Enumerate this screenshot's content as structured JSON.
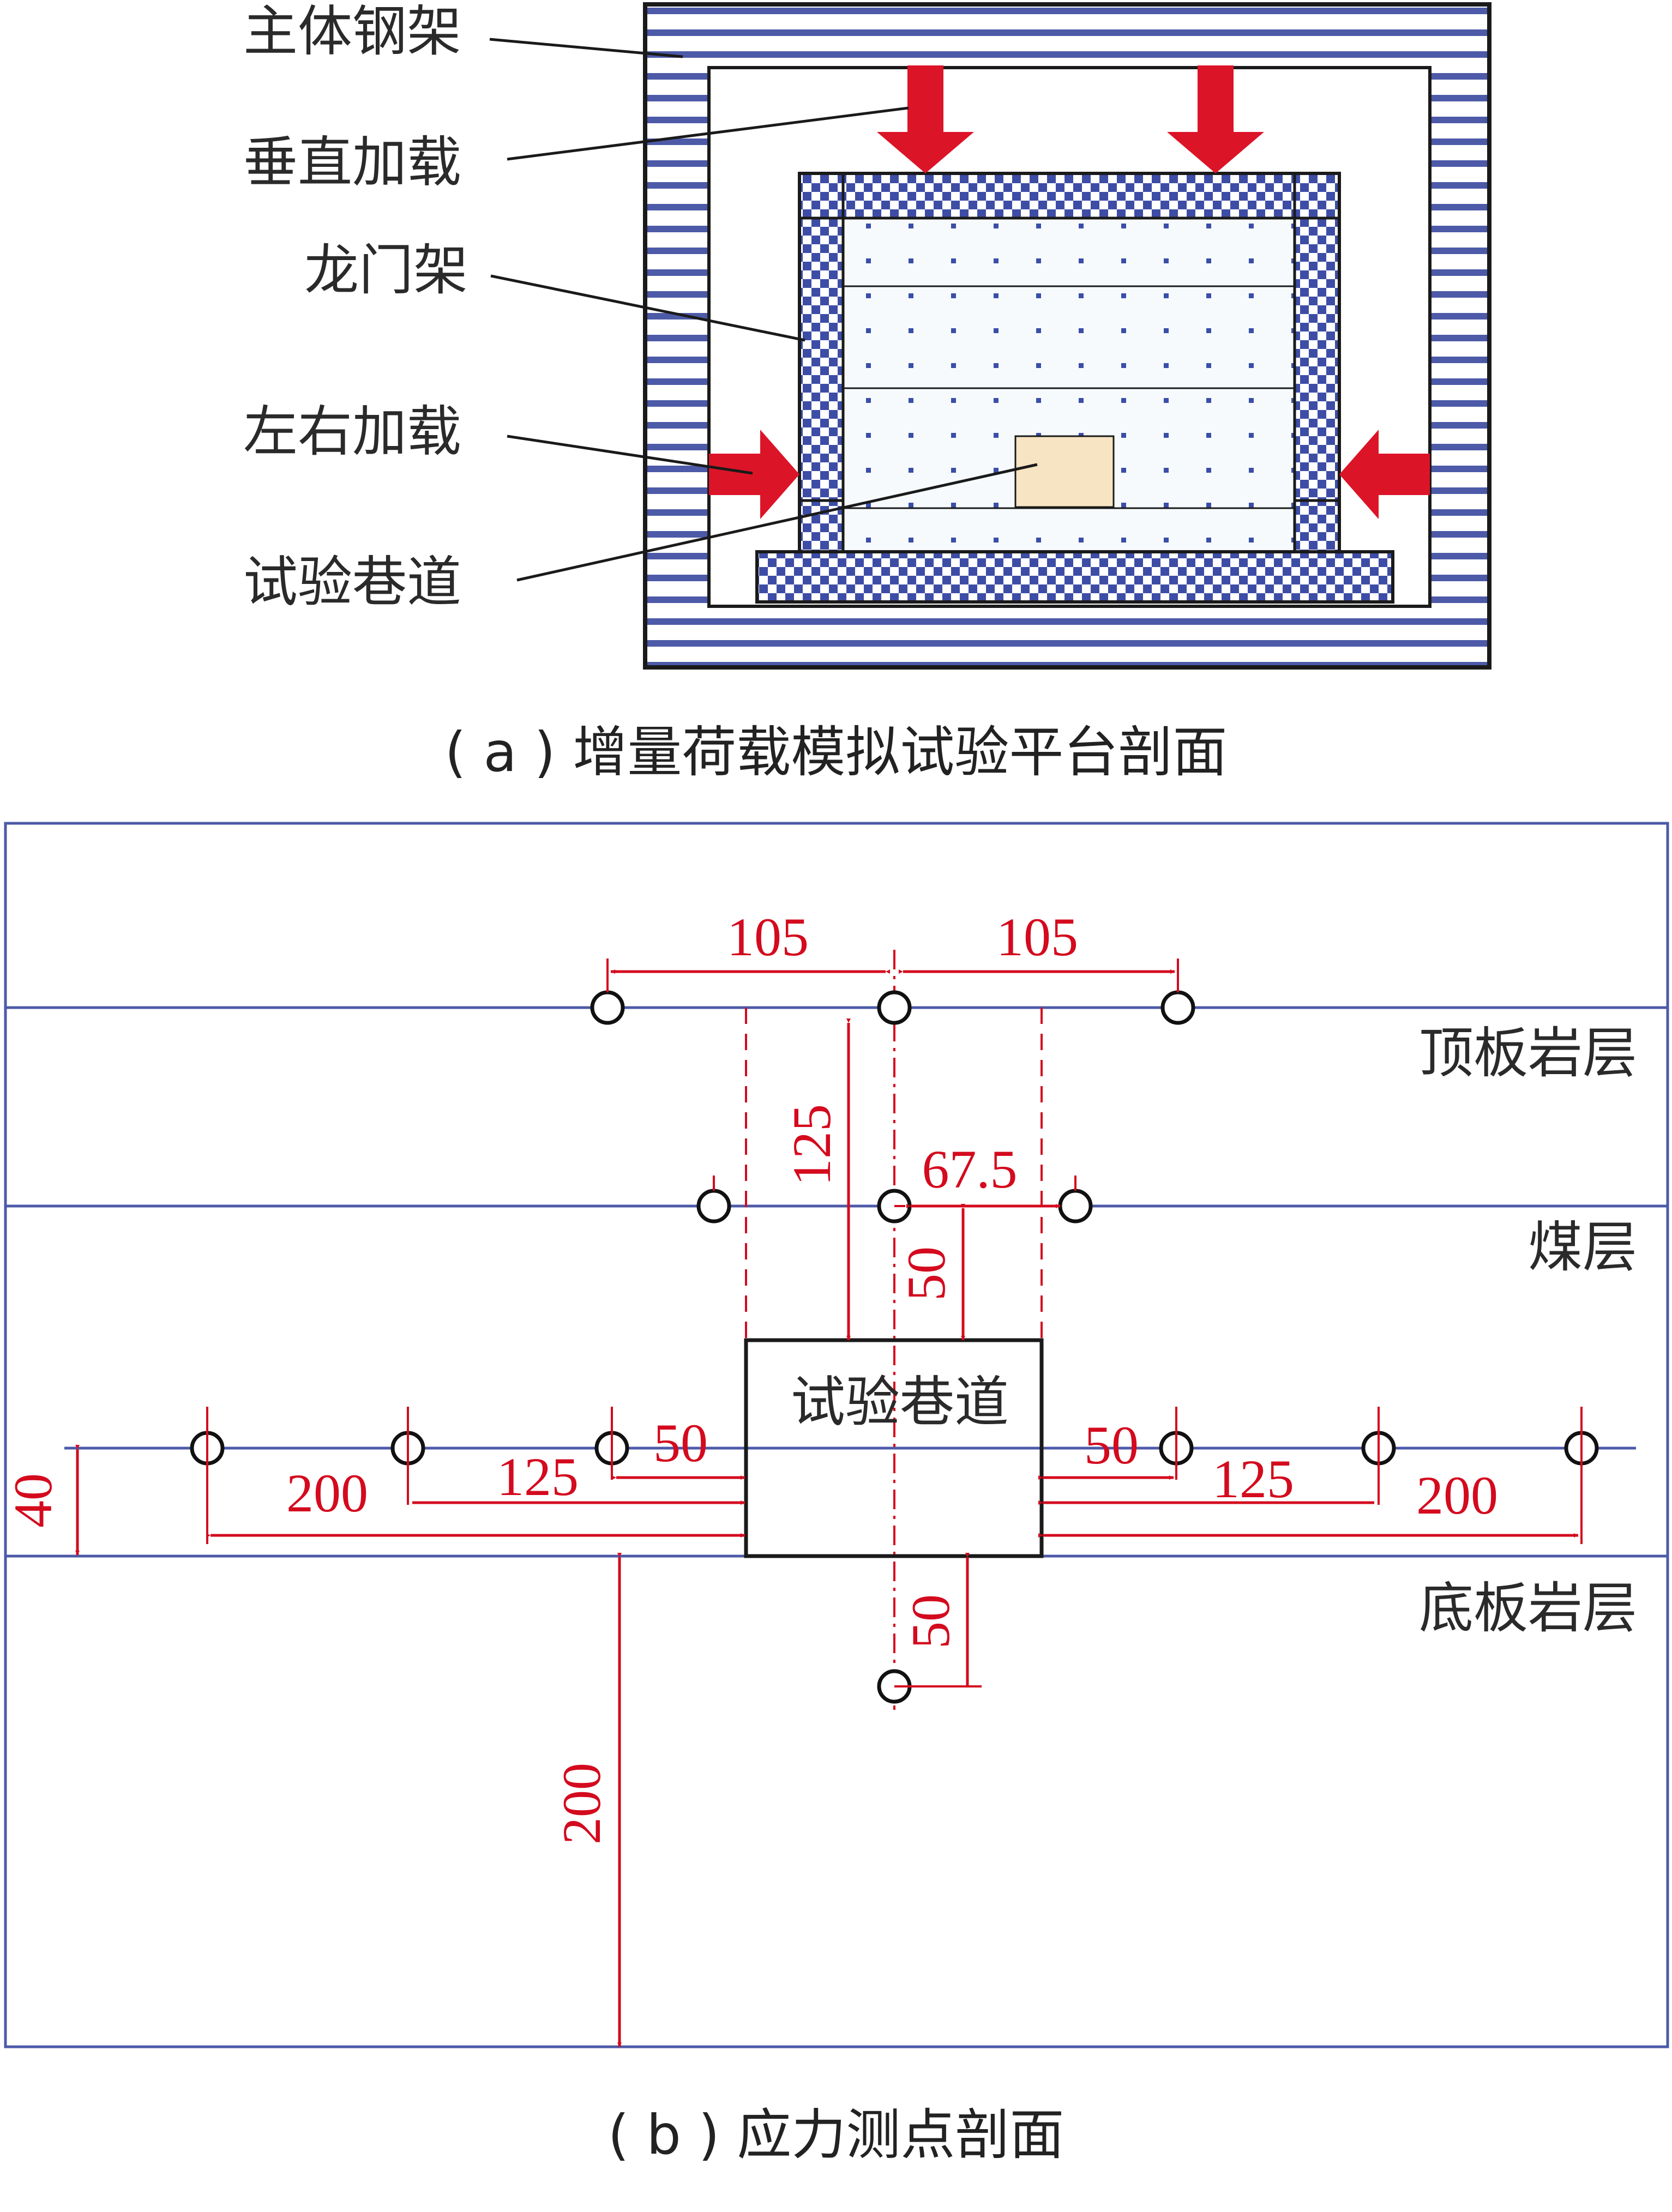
{
  "panel_a": {
    "labels": {
      "main_steel_frame": "主体钢架",
      "vertical_loading": "垂直加载",
      "gantry_frame": "龙门架",
      "lateral_loading": "左右加载",
      "test_roadway": "试验巷道"
    },
    "caption": "( a ) 增量荷载模拟试验平台剖面"
  },
  "panel_b": {
    "roadway_label": "试验巷道",
    "layer_labels": {
      "roof": "顶板岩层",
      "coal": "煤层",
      "floor": "底板岩层"
    },
    "dimensions": {
      "top_left_spacing": "105",
      "top_right_spacing": "105",
      "roof_height": "125",
      "coal_spacing": "67.5",
      "coal_height": "50",
      "side_left_near": "50",
      "side_left_mid": "125",
      "side_left_far": "200",
      "side_right_near": "50",
      "side_right_mid": "125",
      "side_right_far": "200",
      "line_offset": "40",
      "floor_point_depth": "50",
      "floor_depth": "200"
    },
    "caption": "( b ) 应力测点剖面"
  },
  "colors": {
    "frame_blue": "#4d5aa8",
    "dimension_red": "#d40a1e",
    "arrow_red": "#dc1428",
    "roadway_fill": "#f7e4c3",
    "model_dot_blue": "#3a4ea8"
  }
}
